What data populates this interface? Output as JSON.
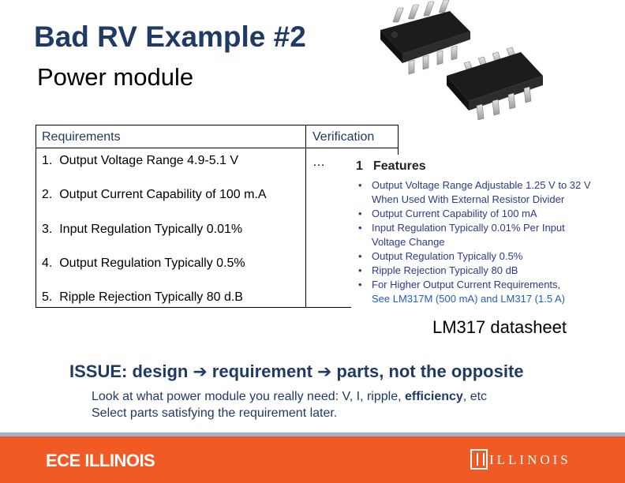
{
  "slide": {
    "title": "Bad RV Example #2",
    "subtitle": "Power module"
  },
  "table": {
    "header_requirements": "Requirements",
    "header_verification": "Verification",
    "verification_value": "…",
    "requirements": [
      {
        "num": "1.",
        "text": "Output Voltage Range 4.9-5.1 V"
      },
      {
        "num": "2.",
        "text": "Output Current Capability of 100 m.A"
      },
      {
        "num": "3.",
        "text": "Input Regulation Typically 0.01%"
      },
      {
        "num": "4.",
        "text": "Output Regulation Typically 0.5%"
      },
      {
        "num": "5.",
        "text": "Ripple Rejection Typically 80 d.B"
      }
    ]
  },
  "datasheet": {
    "section_number": "1",
    "section_title": "Features",
    "features": [
      [
        "Output Voltage Range Adjustable 1.25 V to 32 V",
        "When Used With External Resistor Divider"
      ],
      [
        "Output Current Capability of 100 mA"
      ],
      [
        "Input Regulation Typically 0.01% Per Input",
        "Voltage Change"
      ],
      [
        "Output Regulation Typically 0.5%"
      ],
      [
        "Ripple Rejection Typically 80 dB"
      ],
      [
        "For Higher Output Current Requirements,",
        "See LM317M (500 mA) and LM317 (1.5 A)"
      ]
    ],
    "caption": "LM317 datasheet"
  },
  "issue": {
    "part1": "ISSUE: design",
    "part2": "requirement",
    "part3": "parts, not the opposite",
    "arrow": "➔"
  },
  "notes": {
    "line1_before": "Look at what power module you really need: V, I, ripple, ",
    "line1_bold": "efficiency",
    "line1_after": ", etc",
    "line2": "Select parts satisfying the requirement later."
  },
  "footer": {
    "left_logo": "ECE ILLINOIS",
    "right_logo": "ILLINOIS"
  },
  "colors": {
    "title_navy": "#1f3a64",
    "footer_orange": "#f05a24",
    "datasheet_blue": "#2e3a8c"
  }
}
